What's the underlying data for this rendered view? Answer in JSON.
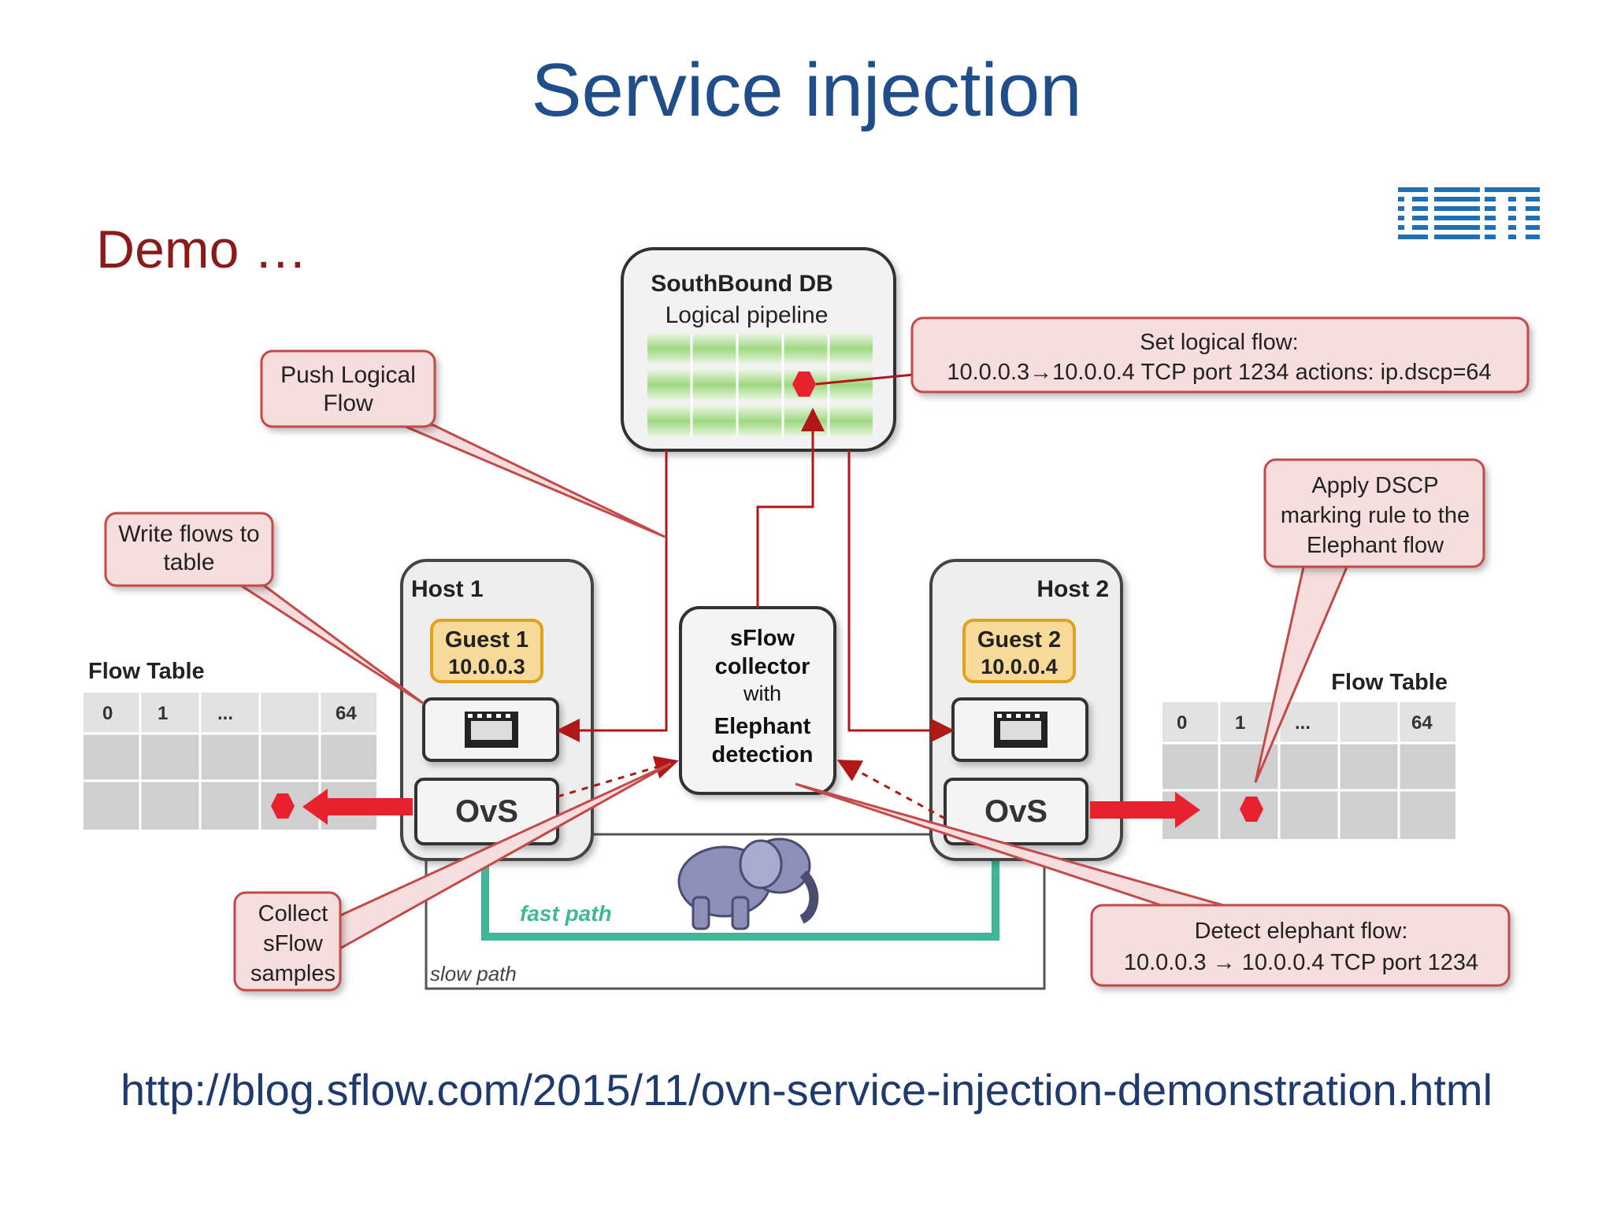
{
  "title": "Service injection",
  "url": "http://blog.sflow.com/2015/11/ovn-service-injection-demonstration.html",
  "logo": {
    "text": "IBM",
    "color": "#1f6fb5"
  },
  "colors": {
    "title": "#1f4e8a",
    "demo": "#8b1a1a",
    "callout_fill": "#f6dede",
    "callout_border": "#c44a4a",
    "line": "#b01818",
    "guest_fill": "#f7d99a",
    "guest_border": "#e0a020",
    "fast_path": "#3fb89a",
    "pipeline_green": "#a8dc8a",
    "elephant": "#8d8fb8"
  },
  "diagram": {
    "demo_label": "Demo …",
    "southbound": {
      "title": "SouthBound DB",
      "subtitle": "Logical pipeline"
    },
    "host1": {
      "label": "Host 1",
      "guest_name": "Guest 1",
      "guest_ip": "10.0.0.3"
    },
    "host2": {
      "label": "Host 2",
      "guest_name": "Guest 2",
      "guest_ip": "10.0.0.4"
    },
    "sflow": {
      "line1": "sFlow",
      "line2": "collector",
      "line3": "with",
      "line4": "Elephant",
      "line5": "detection"
    },
    "ovs_label": "OvS",
    "flow_table_left": {
      "title": "Flow Table",
      "headers": [
        "0",
        "1",
        "...",
        "",
        "64"
      ]
    },
    "flow_table_right": {
      "title": "Flow Table",
      "headers": [
        "0",
        "1",
        "...",
        "",
        "64"
      ]
    },
    "fast_path": "fast path",
    "slow_path": "slow path",
    "callouts": {
      "push": [
        "Push Logical",
        "Flow"
      ],
      "write": [
        "Write flows to",
        "table"
      ],
      "collect": [
        "Collect",
        "sFlow",
        "samples"
      ],
      "set_flow": [
        "Set logical flow:",
        "10.0.0.3→10.0.0.4 TCP port 1234 actions: ip.dscp=64"
      ],
      "apply": [
        "Apply DSCP",
        "marking rule to the",
        "Elephant flow"
      ],
      "detect": [
        "Detect elephant flow:",
        "10.0.0.3 → 10.0.0.4 TCP port 1234"
      ]
    }
  }
}
